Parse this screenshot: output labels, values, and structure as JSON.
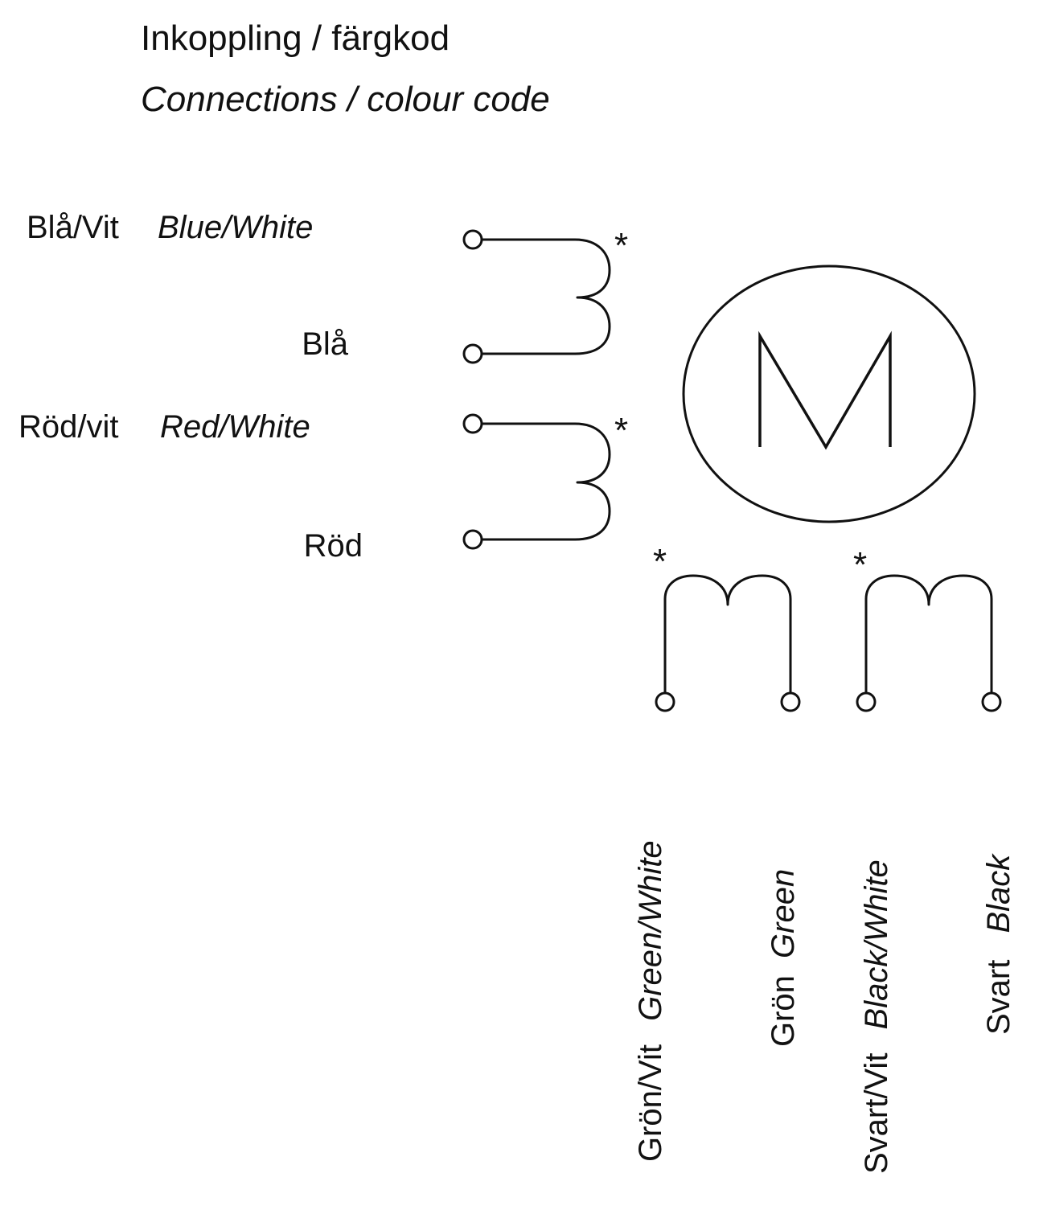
{
  "title": {
    "swedish": "Inkoppling / färgkod",
    "english": "Connections / colour code"
  },
  "motor": {
    "symbol": "M"
  },
  "polarity_mark": "*",
  "windings": [
    {
      "id": "winding-blue",
      "start": {
        "sv": "Blå/Vit",
        "en": "Blue/White"
      },
      "end": {
        "sv": "Blå",
        "en": ""
      }
    },
    {
      "id": "winding-red",
      "start": {
        "sv": "Röd/vit",
        "en": "Red/White"
      },
      "end": {
        "sv": "Röd",
        "en": ""
      }
    },
    {
      "id": "winding-green",
      "start": {
        "sv": "Grön/Vit",
        "en": "Green/White"
      },
      "end": {
        "sv": "Grön",
        "en": "Green"
      }
    },
    {
      "id": "winding-black",
      "start": {
        "sv": "Svart/Vit",
        "en": "Black/White"
      },
      "end": {
        "sv": "Svart",
        "en": "Black"
      }
    }
  ],
  "colors": {
    "line": "#111111",
    "background": "#ffffff"
  }
}
